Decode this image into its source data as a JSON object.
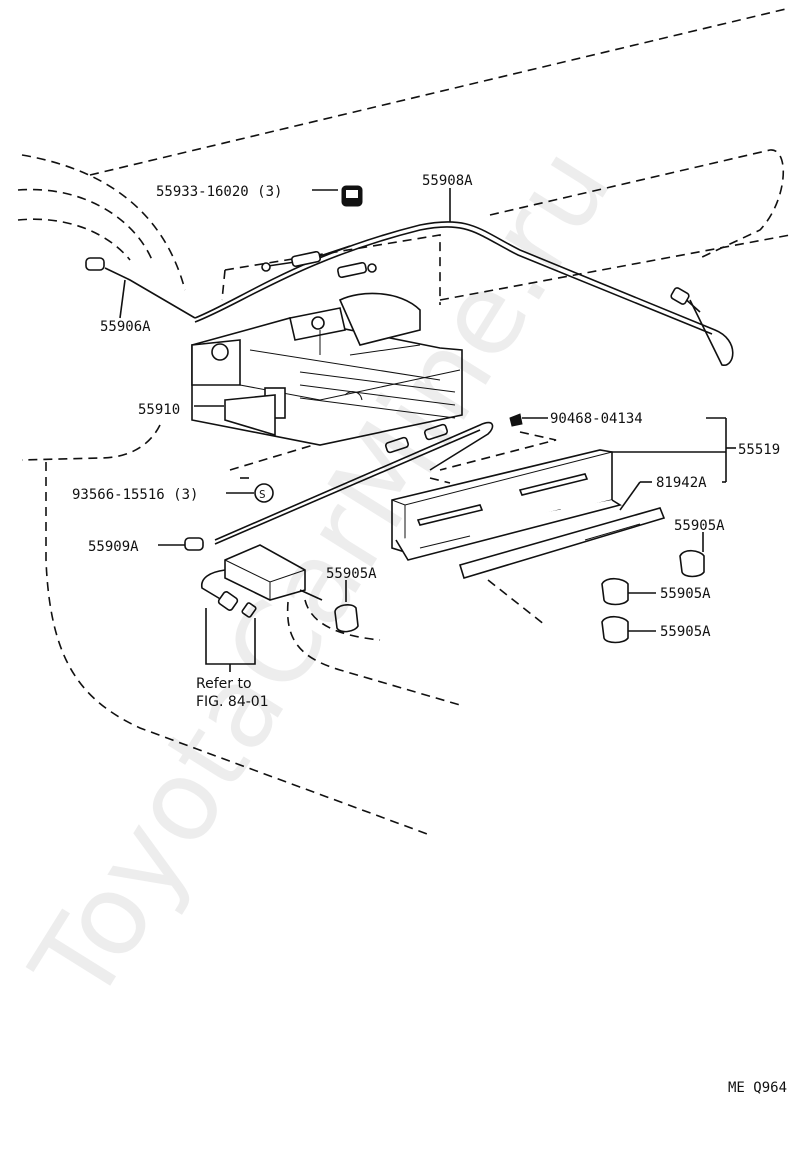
{
  "labels": {
    "l55933": "55933-16020 (3)",
    "l55908": "55908A",
    "l55906": "55906A",
    "l55910": "55910",
    "l93566": "93566-15516 (3)",
    "l55909": "55909A",
    "l90468": "90468-04134",
    "l55519": "55519",
    "l81942": "81942A",
    "l55905a": "55905A",
    "l55905b": "55905A",
    "l55905c": "55905A",
    "l55905d": "55905A",
    "refer1": "Refer to",
    "refer2": "FIG. 84-01",
    "screw_mark": "S",
    "footer_code": "ME  Q964"
  },
  "watermark": "ToyotaCarMine.ru"
}
